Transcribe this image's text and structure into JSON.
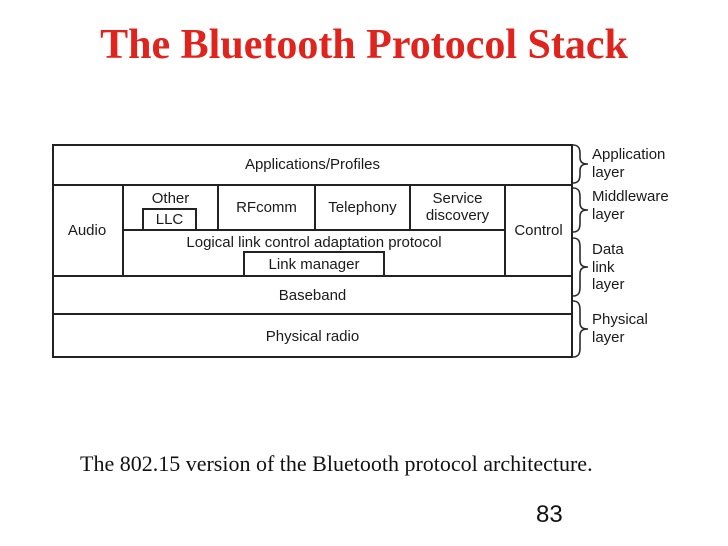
{
  "slide": {
    "title": "The Bluetooth Protocol Stack",
    "caption": "The 802.15 version of the Bluetooth protocol architecture.",
    "page_number": "83"
  },
  "colors": {
    "title_red": "#e0231d",
    "line": "#222222",
    "text": "#1a1a1a",
    "background": "#ffffff"
  },
  "diagram": {
    "cells": {
      "applications": "Applications/Profiles",
      "audio": "Audio",
      "other": "Other",
      "llc": "LLC",
      "rfcomm": "RFcomm",
      "telephony": "Telephony",
      "service_discovery_line1": "Service",
      "service_discovery_line2": "discovery",
      "control": "Control",
      "l2cap": "Logical link control adaptation protocol",
      "link_manager": "Link manager",
      "baseband": "Baseband",
      "physical_radio": "Physical radio"
    },
    "layer_labels": [
      {
        "lines": [
          "Application",
          "layer"
        ]
      },
      {
        "lines": [
          "Middleware",
          "layer"
        ]
      },
      {
        "lines": [
          "Data",
          "link",
          "layer"
        ]
      },
      {
        "lines": [
          "Physical",
          "layer"
        ]
      }
    ]
  }
}
